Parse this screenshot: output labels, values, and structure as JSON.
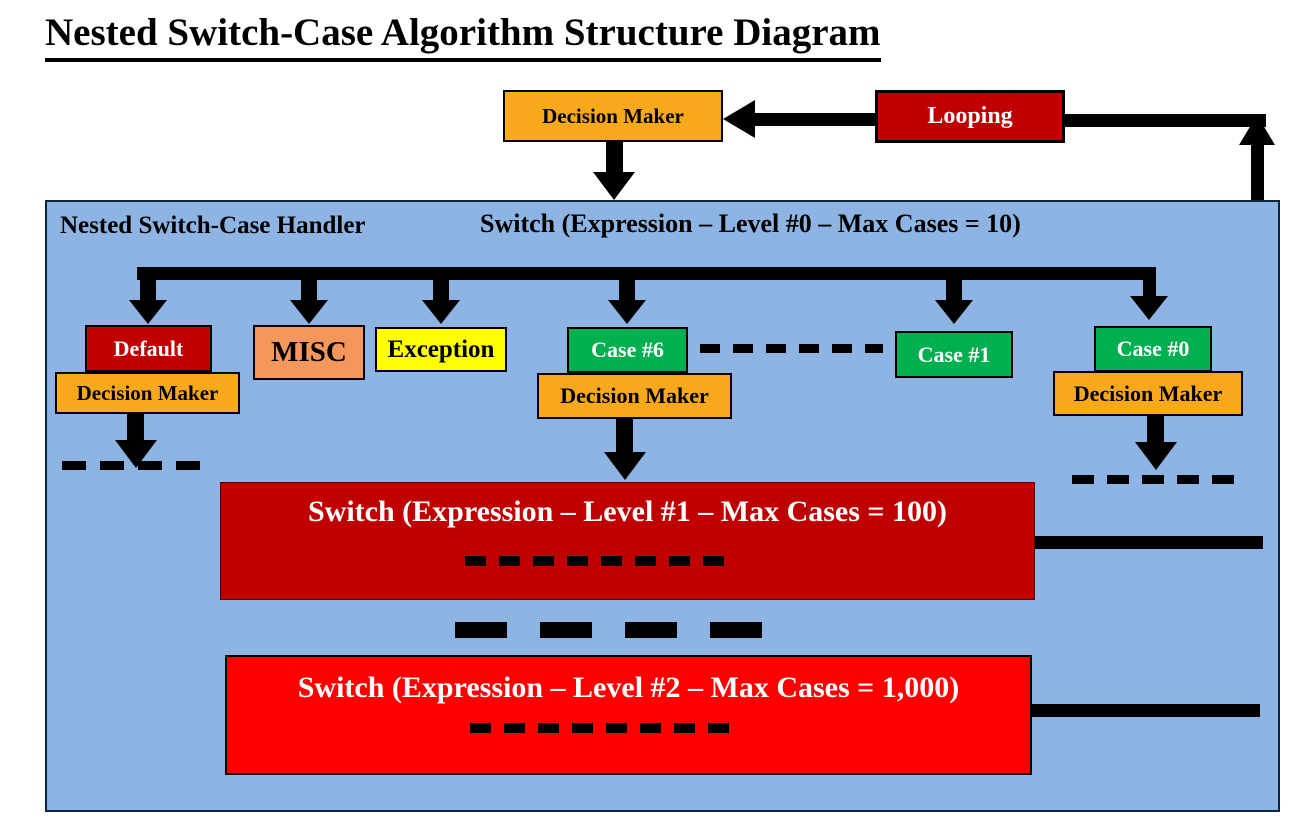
{
  "title": "Nested Switch-Case Algorithm Structure Diagram",
  "top": {
    "decision_maker": "Decision Maker",
    "looping": "Looping"
  },
  "handler": {
    "label": "Nested Switch-Case Handler",
    "switch_level0": "Switch (Expression – Level #0 – Max Cases = 10)"
  },
  "cases": [
    {
      "label": "Default"
    },
    {
      "label": "MISC"
    },
    {
      "label": "Exception"
    },
    {
      "label": "Case #6"
    },
    {
      "label": "Case #1"
    },
    {
      "label": "Case #0"
    }
  ],
  "labels": {
    "decision_maker": "Decision Maker"
  },
  "switches": {
    "level1": "Switch (Expression – Level #1 – Max Cases = 100)",
    "level2": "Switch (Expression – Level #2 – Max Cases = 1,000)"
  },
  "colors": {
    "gold": "#F7A81B",
    "dark_red": "#C00000",
    "bright_red": "#FF0000",
    "green": "#00B050",
    "orange": "#F4975C",
    "yellow": "#FFFF00",
    "container_blue": "#8DB4E2",
    "line": "#000000"
  }
}
